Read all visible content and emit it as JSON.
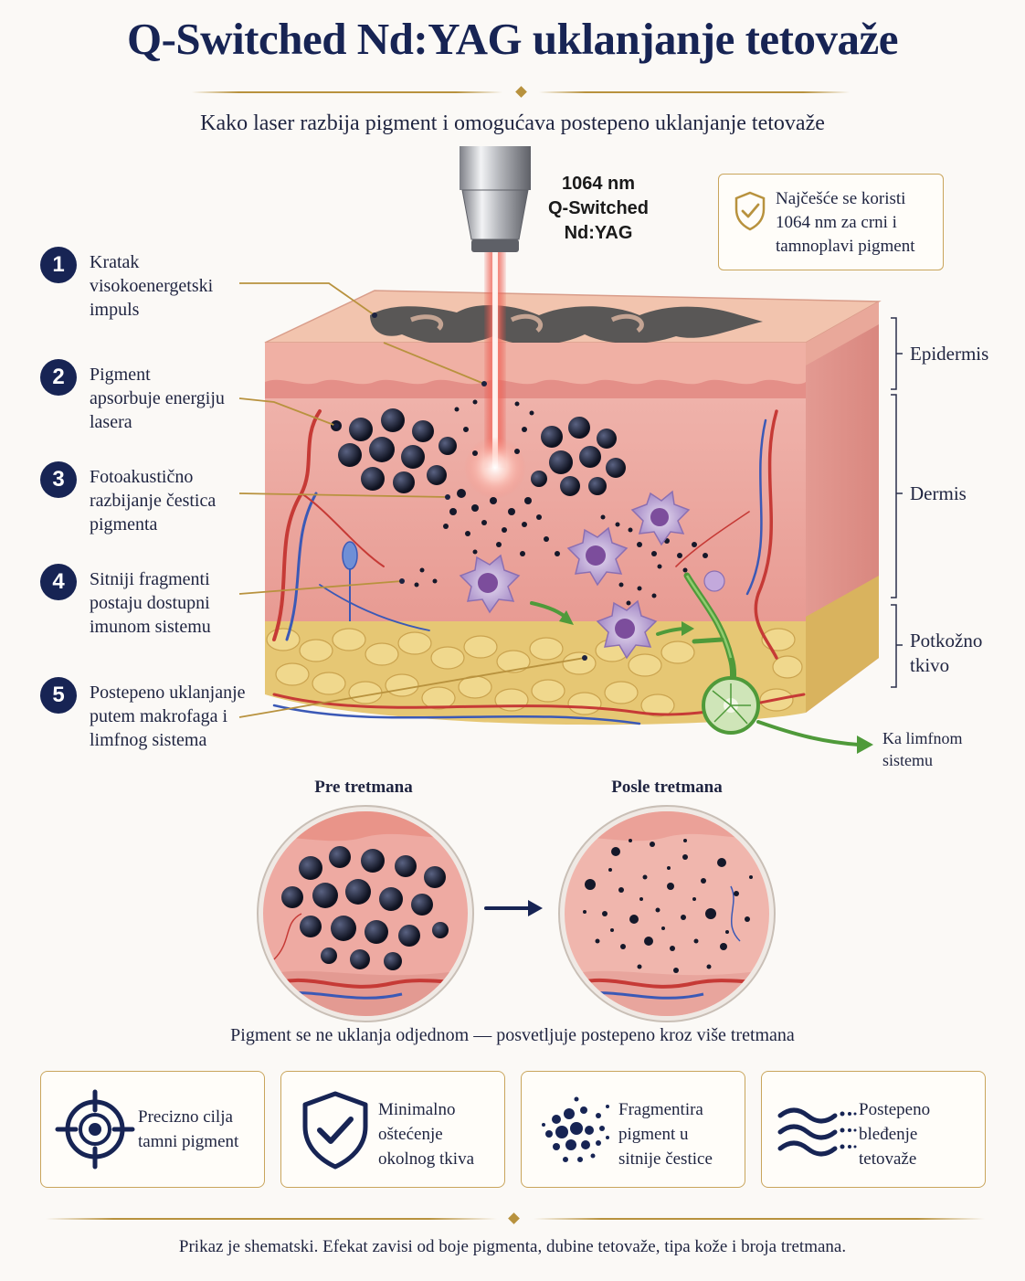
{
  "title": "Q-Switched Nd:YAG uklanjanje tetovaže",
  "subtitle": "Kako laser razbija pigment i omogućava postepeno uklanjanje tetovaže",
  "laser_label": [
    "1064 nm",
    "Q-Switched",
    "Nd:YAG"
  ],
  "note": {
    "icon": "shield-check-icon",
    "lines": [
      "Najčešće se koristi",
      "1064 nm za crni i",
      "tamnoplavi pigment"
    ]
  },
  "steps": [
    {
      "number": "1",
      "lines": [
        "Kratak",
        "visokoenergetski",
        "impuls"
      ]
    },
    {
      "number": "2",
      "lines": [
        "Pigment",
        "apsorbuje energiju",
        "lasera"
      ]
    },
    {
      "number": "3",
      "lines": [
        "Fotoakustično",
        "razbijanje čestica",
        "pigmenta"
      ]
    },
    {
      "number": "4",
      "lines": [
        "Sitniji fragmenti",
        "postaju dostupni",
        "imunom sistemu"
      ]
    },
    {
      "number": "5",
      "lines": [
        "Postepeno uklanjanje",
        "putem makrofaga i",
        "limfnog sistema"
      ]
    }
  ],
  "layers": {
    "epidermis": "Epidermis",
    "dermis": "Dermis",
    "subcutis": [
      "Potkožno",
      "tkivo"
    ]
  },
  "lymph_label": [
    "Ka limfnom",
    "sistemu"
  ],
  "comparison": {
    "before": "Pre tretmana",
    "after": "Posle tretmana",
    "caption": "Pigment se ne uklanja odjednom — posvetljuje postepeno kroz više tretmana"
  },
  "features": [
    {
      "icon": "target-icon",
      "lines": [
        "Precizno cilja",
        "tamni pigment"
      ]
    },
    {
      "icon": "shield-check-icon",
      "lines": [
        "Minimalno",
        "oštećenje",
        "okolnog tkiva"
      ]
    },
    {
      "icon": "particles-icon",
      "lines": [
        "Fragmentira",
        "pigment u",
        "sitnije čestice"
      ]
    },
    {
      "icon": "waves-icon",
      "lines": [
        "Postepeno",
        "bleđenje",
        "tetovaže"
      ]
    }
  ],
  "footer": "Prikaz je shematski. Efekat zavisi od boje pigmenta, dubine tetovaže, tipa kože i broja tretmana.",
  "colors": {
    "navy": "#172454",
    "gold": "#b8923e",
    "laser": "#e8473c",
    "skin": "#e9a8a2",
    "fat": "#e6c774",
    "macrophage": "#b59ad0",
    "lymph": "#4f9a3a"
  }
}
